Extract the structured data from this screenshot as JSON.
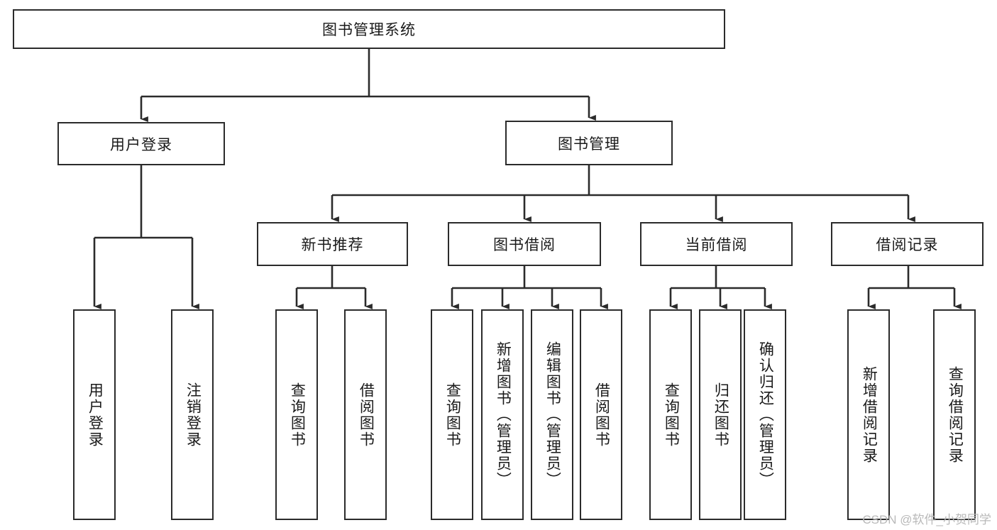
{
  "diagram": {
    "title": "图书管理系统",
    "type": "tree-structure-chart",
    "root": {
      "label": "图书管理系统"
    },
    "level1": [
      {
        "label": "用户登录"
      },
      {
        "label": "图书管理"
      }
    ],
    "level2": [
      {
        "label": "新书推荐"
      },
      {
        "label": "图书借阅"
      },
      {
        "label": "当前借阅"
      },
      {
        "label": "借阅记录"
      }
    ],
    "leaves": {
      "user_login": [
        {
          "label": "用户登录"
        },
        {
          "label": "注销登录"
        }
      ],
      "new_book_recommend": [
        {
          "label": "查询图书"
        },
        {
          "label": "借阅图书"
        }
      ],
      "book_borrow": [
        {
          "label": "查询图书"
        },
        {
          "label": "新增图书（管理员）"
        },
        {
          "label": "编辑图书（管理员）"
        },
        {
          "label": "借阅图书"
        }
      ],
      "current_borrow": [
        {
          "label": "查询图书"
        },
        {
          "label": "归还图书"
        },
        {
          "label": "确认归还（管理员）"
        }
      ],
      "borrow_records": [
        {
          "label": "新增借阅记录"
        },
        {
          "label": "查询借阅记录"
        }
      ]
    }
  },
  "watermark": {
    "text": "CSDN @软件_小贺同学"
  },
  "colors": {
    "stroke": "#2b2b2b",
    "fill": "#ffffff",
    "text": "#1a1a1a",
    "watermark": "#b9b9b9"
  }
}
